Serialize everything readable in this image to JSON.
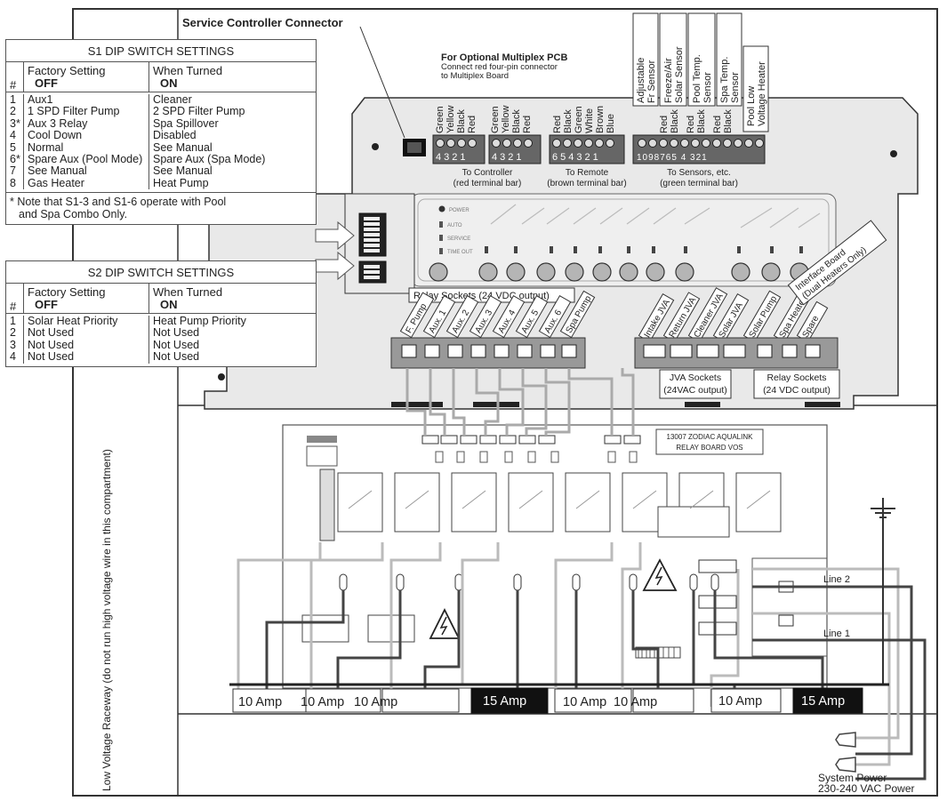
{
  "service_connector_label": "Service Controller Connector",
  "multiplex_title": "For Optional Multiplex PCB",
  "multiplex_desc_1": "Connect red four-pin connector",
  "multiplex_desc_2": "to Multiplex Board",
  "tb1": {
    "wires": [
      "Green",
      "Yellow",
      "Black",
      "Red"
    ],
    "numbers": "4321"
  },
  "tb2": {
    "wires": [
      "Green",
      "Yellow",
      "Black",
      "Red"
    ],
    "numbers": "4321"
  },
  "tb3": {
    "wires": [
      "Red",
      "Black",
      "Green",
      "White",
      "Brown",
      "Blue"
    ],
    "numbers": "654321"
  },
  "tb4": {
    "numbers": "1098765 4 321"
  },
  "sensor_wires": [
    "Red",
    "Black",
    "Red",
    "Black",
    "Red",
    "Black"
  ],
  "sensor_labels": [
    [
      "Adjustable",
      "Fr Sensor"
    ],
    [
      "Freeze/Air",
      "Solar Sensor"
    ],
    [
      "Pool Temp.",
      "Sensor"
    ],
    [
      "Spa Temp.",
      "Sensor"
    ],
    [
      "Pool Low",
      "Voltage Heater"
    ]
  ],
  "to_controller": [
    "To Controller",
    "(red terminal bar)"
  ],
  "to_remote": [
    "To Remote",
    "(brown terminal bar)"
  ],
  "to_sensors": [
    "To Sensors, etc.",
    "(green terminal bar)"
  ],
  "panel_labels": [
    "POWER",
    "AUTO",
    "SERVICE",
    "TIME OUT"
  ],
  "relay_sockets_top": "Relay Sockets (24 VDC output)",
  "left_relay_labels": [
    "F. Pump",
    "Aux. 1",
    "Aux. 2",
    "Aux. 3",
    "Aux. 4",
    "Aux. 5",
    "Aux. 6",
    "Spa Pump"
  ],
  "right_relay_labels": [
    "Intake JVA",
    "Return JVA",
    "Cleaner JVA",
    "Solar JVA",
    "Solar Pump",
    "Spa Heater",
    "Spare"
  ],
  "interface_label": [
    "Interface Board",
    "(Dual Heaters Only)"
  ],
  "jva_sockets": [
    "JVA Sockets",
    "(24VAC output)"
  ],
  "relay_sockets_bottom": [
    "Relay Sockets",
    "(24 VDC output)"
  ],
  "board_title": [
    "13007 ZODIAC AQUALINK",
    "RELAY BOARD VOS"
  ],
  "raceway_label": "Low Voltage Raceway (do not run high voltage wire in this compartment)",
  "line2": "Line 2",
  "line1": "Line 1",
  "breakers": [
    {
      "label": "10 Amp",
      "dark": false
    },
    {
      "label": "10 Amp",
      "dark": false
    },
    {
      "label": "10 Amp",
      "dark": false
    },
    {
      "label": "15 Amp",
      "dark": true
    },
    {
      "label": "10 Amp",
      "dark": false
    },
    {
      "label": "10 Amp",
      "dark": false
    },
    {
      "label": "10 Amp",
      "dark": false
    },
    {
      "label": "15 Amp",
      "dark": true
    }
  ],
  "system_power": [
    "System Power",
    "230-240 VAC Power"
  ],
  "s1": {
    "title": "S1 DIP SWITCH SETTINGS",
    "col_num": "#",
    "col_factory": "Factory Setting",
    "col_factory_sub": "OFF",
    "col_turned": "When Turned",
    "col_turned_sub": "ON",
    "rows": [
      [
        "1",
        "Aux1",
        "Cleaner"
      ],
      [
        "2",
        "1 SPD Filter Pump",
        "2 SPD Filter Pump"
      ],
      [
        "3*",
        "Aux 3 Relay",
        "Spa Spillover"
      ],
      [
        "4",
        "Cool Down",
        "Disabled"
      ],
      [
        "5",
        "Normal",
        "See Manual"
      ],
      [
        "6*",
        "Spare Aux (Pool Mode)",
        "Spare Aux (Spa Mode)"
      ],
      [
        "7",
        "See Manual",
        "See Manual"
      ],
      [
        "8",
        "Gas Heater",
        "Heat Pump"
      ]
    ],
    "note_1": "* Note that S1-3 and S1-6 operate with Pool",
    "note_2": "and Spa Combo Only."
  },
  "s2": {
    "title": "S2 DIP SWITCH SETTINGS",
    "col_num": "#",
    "col_factory": "Factory Setting",
    "col_factory_sub": "OFF",
    "col_turned": "When Turned",
    "col_turned_sub": "ON",
    "rows": [
      [
        "1",
        "Solar Heat Priority",
        "Heat Pump Priority"
      ],
      [
        "2",
        "Not Used",
        "Not Used"
      ],
      [
        "3",
        "Not Used",
        "Not Used"
      ],
      [
        "4",
        "Not Used",
        "Not Used"
      ]
    ]
  }
}
